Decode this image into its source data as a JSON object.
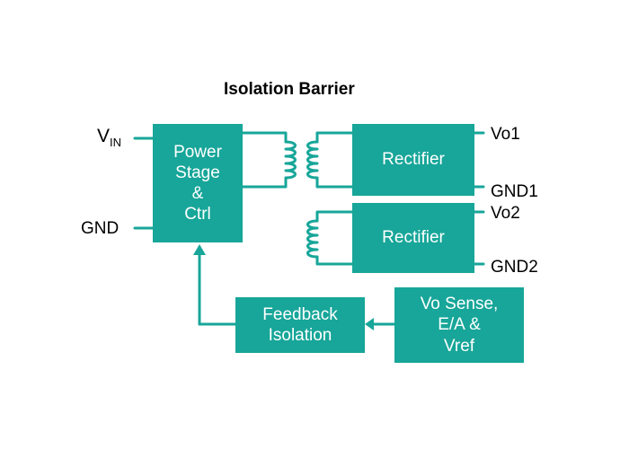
{
  "title": "Isolation Barrier",
  "colors": {
    "block": "#17a699",
    "wire": "#17a699",
    "text": "#000000",
    "block_text": "#ffffff"
  },
  "blocks": {
    "power_stage": "Power\nStage\n&\nCtrl",
    "rectifier_1": "Rectifier",
    "rectifier_2": "Rectifier",
    "feedback_isolation": "Feedback\nIsolation",
    "vo_sense": "Vo Sense,\nE/A &\nVref"
  },
  "labels": {
    "vin_main": "V",
    "vin_sub": "IN",
    "gnd_in": "GND",
    "vo1": "Vo1",
    "gnd1": "GND1",
    "vo2": "Vo2",
    "gnd2": "GND2"
  }
}
